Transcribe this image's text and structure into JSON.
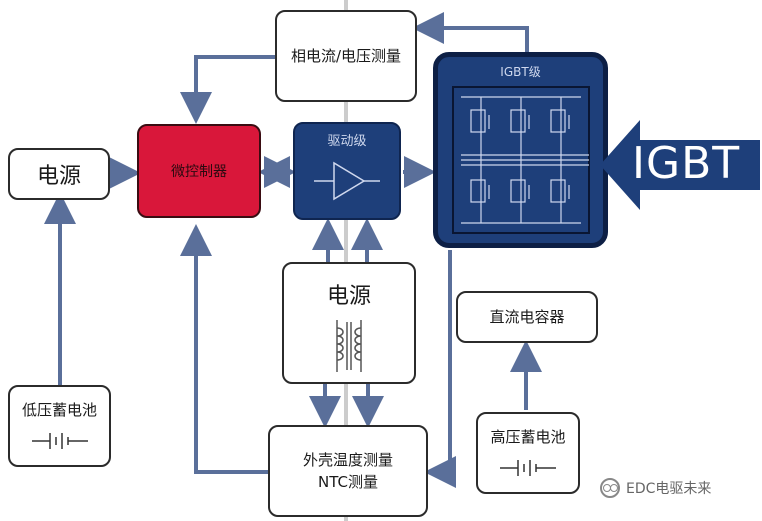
{
  "nodes": {
    "phase_measure": "相电流/电压测量",
    "igbt_stage": "IGBT级",
    "igbt_label": "IGBT",
    "power_left": "电源",
    "mcu": "微控制器",
    "driver": "驱动级",
    "power_mid": "电源",
    "dc_capacitor": "直流电容器",
    "lv_battery": "低压蓄电池",
    "hv_battery": "高压蓄电池",
    "temp_measure_1": "外壳温度测量",
    "temp_measure_2": "NTC测量"
  },
  "watermark": "EDC电驱未来",
  "colors": {
    "arrow": "#5a6f9a",
    "mcu": "#d9173a",
    "driver": "#1e3f7a",
    "igbt_frame": "#0d1f45"
  }
}
